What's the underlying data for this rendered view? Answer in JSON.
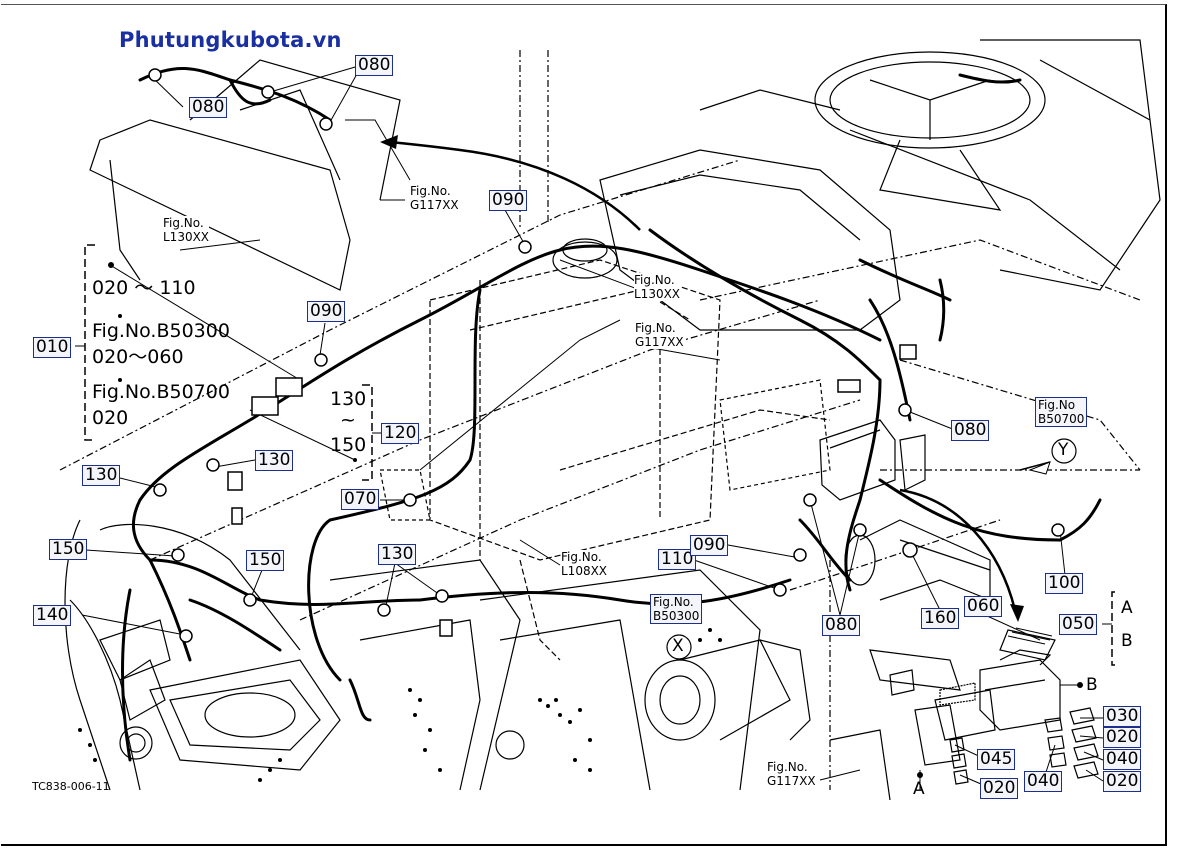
{
  "watermark": "Phutungkubota.vn",
  "drawing_code": "TC838-006-11",
  "callouts": {
    "c080_top_left": "080",
    "c080_top_right": "080",
    "c090_top": "090",
    "c090_mid": "090",
    "c010": "010",
    "c120": "120",
    "c130_left": "130",
    "c130_mid": "130",
    "c130_lower": "130",
    "c150_left": "150",
    "c150_right": "150",
    "c140": "140",
    "c070": "070",
    "c110": "110",
    "c090_lower": "090",
    "c080_right": "080",
    "c080_lower": "080",
    "c100": "100",
    "c050": "050",
    "c160": "160",
    "c060": "060",
    "c030": "030",
    "c020_a": "020",
    "c040_a": "040",
    "c020_b": "020",
    "c045": "045",
    "c040_b": "040",
    "c020_c": "020"
  },
  "figrefs": {
    "g117_top": [
      "Fig.No.",
      "G117XX"
    ],
    "l130_left": [
      "Fig.No.",
      "L130XX"
    ],
    "l130_mid": [
      "Fig.No.",
      "L130XX"
    ],
    "g117_mid": [
      "Fig.No.",
      "G117XX"
    ],
    "b50700": [
      "Fig.No",
      "B50700"
    ],
    "l108": [
      "Fig.No.",
      "L108XX"
    ],
    "b50300": [
      "Fig.No.",
      "B50300"
    ],
    "g117_bottom": [
      "Fig.No.",
      "G117XX"
    ]
  },
  "range_group": {
    "line1": "020 ～ 110",
    "line2": "Fig.No.B50300",
    "line3": "020～060",
    "line4": "Fig.No.B50700",
    "line5": "020"
  },
  "range_120": {
    "top": "130",
    "tilde": "~",
    "bottom": "150"
  },
  "markers": {
    "X": "X",
    "Y": "Y",
    "A": "A",
    "B": "B",
    "A2": "A",
    "B2": "B"
  },
  "colors": {
    "callout_border": "#1c2f8c",
    "callout_fill": "#f3f5fb",
    "watermark": "#1a2fa0",
    "line": "#000000"
  }
}
